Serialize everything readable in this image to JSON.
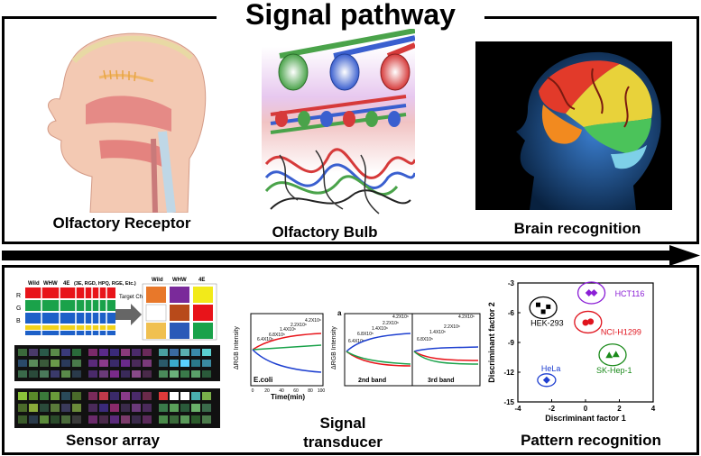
{
  "title": "Signal pathway",
  "top_panels": {
    "receptor_label": "Olfactory Receptor",
    "bulb_label": "Olfactory Bulb",
    "brain_label": "Brain recognition"
  },
  "bottom_panels": {
    "sensor_label": "Sensor array",
    "transducer_label_line1": "Signal",
    "transducer_label_line2": "transducer",
    "pattern_label": "Pattern recognition"
  },
  "sensor_array": {
    "columns": [
      "Wild",
      "WHW",
      "4E",
      "(3E, RGD, HPQ, RGE, Etc.)"
    ],
    "rows": [
      "R",
      "G",
      "B"
    ],
    "arrow_text": "Target Chemicals",
    "result_columns": [
      "Wild",
      "WHW",
      "4E"
    ]
  },
  "transducer_plots": {
    "ylabel": "ΔRGB Intensity",
    "xlabel": "Time(min)",
    "plot1_label": "E.coli",
    "plot1_annotations": [
      "6.4X10⁵",
      "6.8X10⁵",
      "1.4X10⁶",
      "2.2X10⁶",
      "4.2X10⁶"
    ],
    "plot2_label": "2nd band",
    "plot2_letter": "a",
    "plot2_annotations": [
      "6.4X10⁵",
      "6.8X10⁵",
      "1.4X10⁶",
      "2.2X10⁶",
      "4.2X10⁶"
    ],
    "plot3_label": "3rd band",
    "plot3_annotations": [
      "6.8X10⁵",
      "1.4X10⁶",
      "2.2X10⁶",
      "4.2X10⁶"
    ]
  },
  "chart_data": {
    "type": "scatter",
    "xlabel": "Discriminant factor 1",
    "ylabel": "Discriminant factor 2",
    "xlim": [
      -4,
      4
    ],
    "ylim": [
      -15,
      -3
    ],
    "xticks": [
      "-4",
      "-2",
      "0",
      "2",
      "4"
    ],
    "yticks": [
      "-3",
      "-6",
      "-9",
      "-12",
      "-15"
    ],
    "series": [
      {
        "name": "HEK-293",
        "color": "#000000",
        "x": [
          -2.8,
          -2.5,
          -2.2
        ],
        "y": [
          -5.2,
          -5.9,
          -5.4
        ]
      },
      {
        "name": "HCT116",
        "color": "#8b1fd6",
        "x": [
          0.2,
          0.5
        ],
        "y": [
          -4.0,
          -4.0
        ]
      },
      {
        "name": "NCI-H1299",
        "color": "#e0141e",
        "x": [
          0.0,
          0.3
        ],
        "y": [
          -7.0,
          -6.9
        ]
      },
      {
        "name": "SK-Hep-1",
        "color": "#1a8a1a",
        "x": [
          1.4,
          1.8
        ],
        "y": [
          -10.3,
          -10.2
        ]
      },
      {
        "name": "HeLa",
        "color": "#1f3fd0",
        "x": [
          -2.3
        ],
        "y": [
          -12.8
        ]
      }
    ]
  }
}
